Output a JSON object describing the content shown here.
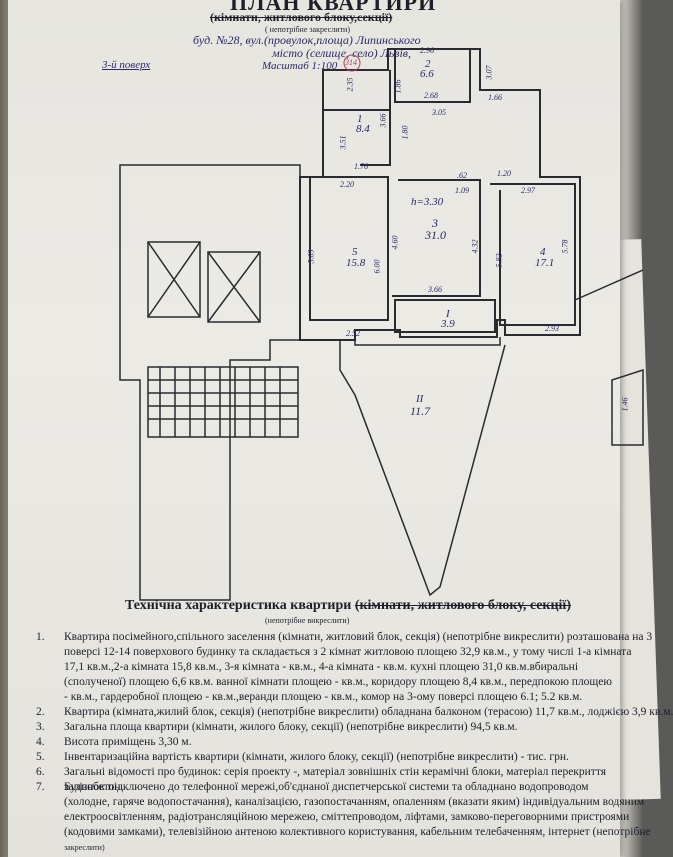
{
  "header": {
    "title": "ПЛАН КВАРТИРИ",
    "strike_line": "(кімнати, житлового блоку,секції)",
    "strike_note": "( непотрібне закреслити)",
    "address_line1": "буд. №28, вул.(провулок,площа) Липинського",
    "address_line2": "місто (селище, село) Львів,",
    "scale": "Масштаб 1:100",
    "stamp": "314"
  },
  "plan": {
    "floor_label": "3-й поверх",
    "height_label": "h=3.30",
    "rooms": [
      {
        "id": "1",
        "area": "8.4"
      },
      {
        "id": "2",
        "area": "6.6"
      },
      {
        "id": "3",
        "area": "31.0"
      },
      {
        "id": "4",
        "area": "17.1"
      },
      {
        "id": "5",
        "area": "15.8"
      },
      {
        "id": "I",
        "area": "3.9"
      },
      {
        "id": "II",
        "area": "11.7"
      }
    ],
    "dims": [
      "2.96",
      "2.35",
      "1.86",
      "3.07",
      "2.68",
      "3.66",
      "3.51",
      "1.80",
      "3.05",
      "1.66",
      "1.76",
      "2.20",
      ".62",
      "1.20",
      "1.09",
      "2.97",
      "5.03",
      "6.00",
      "4.60",
      "4.32",
      "5.82",
      "5.78",
      "3.66",
      "2.52",
      "2.93",
      "1.46"
    ]
  },
  "specs": {
    "title": "Технічна характеристика квартири (кімнати, житлового блоку, секції)",
    "title_plain": "Технічна характеристика квартири",
    "title_strike": "(кімнати, житлового блоку, секції)",
    "title_note": "(непотрібне викреслити)",
    "items": [
      {
        "n": "1.",
        "lines": [
          "Квартира посімейного,спільного заселення (кімнати, житловий блок, секція) (непотрібне викреслити) розташована на 3",
          "поверсі 12-14 поверхового будинку та складається з 2 кімнат житловою площею 32,9 кв.м., у тому числі 1-а кімната",
          "17,1 кв.м.,2-а кімната 15,8 кв.м., 3-я кімната - кв.м., 4-а кімната - кв.м. кухні площею 31,0 кв.м.вбиральні",
          "(сполученої) площею 6,6 кв.м. ванної кімнати площею - кв.м., коридору площею 8,4 кв.м., передпокою площею",
          "- кв.м., гардеробної площею - кв.м.,веранди площею - кв.м., комор на 3-ому поверсі площею 6.1; 5.2 кв.м."
        ]
      },
      {
        "n": "2.",
        "lines": [
          "Квартира (кімната,жилий блок, секція) (непотрібне викреслити) обладнана балконом (терасою) 11,7 кв.м., лоджією 3,9 кв.м."
        ]
      },
      {
        "n": "3.",
        "lines": [
          "Загальна площа квартири (кімнати, жилого блоку, секції) (непотрібне викреслити) 94,5 кв.м."
        ]
      },
      {
        "n": "4.",
        "lines": [
          "Висота приміщень 3,30 м."
        ]
      },
      {
        "n": "5.",
        "lines": [
          "Інвентаризаційна вартість квартири (кімнати, жилого блоку, секції) (непотрібне викреслити) - тис. грн."
        ]
      },
      {
        "n": "6.",
        "lines": [
          "Загальні відомості про будинок: серія проекту -, матеріал зовнішніх стін керамічні блоки, матеріал перекриття",
          "залізобетон."
        ]
      },
      {
        "n": "7.",
        "lines": [
          "Будинок підключено до телефонної мережі,об'єднаної диспетчерської системи та обладнано водопроводом",
          "(холодне, гаряче водопостачання), каналізацією, газопостачанням, опаленням (вказати яким) індивідуальним водяним",
          "електроосвітленням, радіотрансляційною мережею, сміттепроводом, ліфтами, замково-переговорними пристроями",
          "(кодовими замками), телевізійною антеною колективного користування, кабельним телебаченням, інтернет (непотрібне",
          "закреслити)"
        ]
      }
    ]
  }
}
